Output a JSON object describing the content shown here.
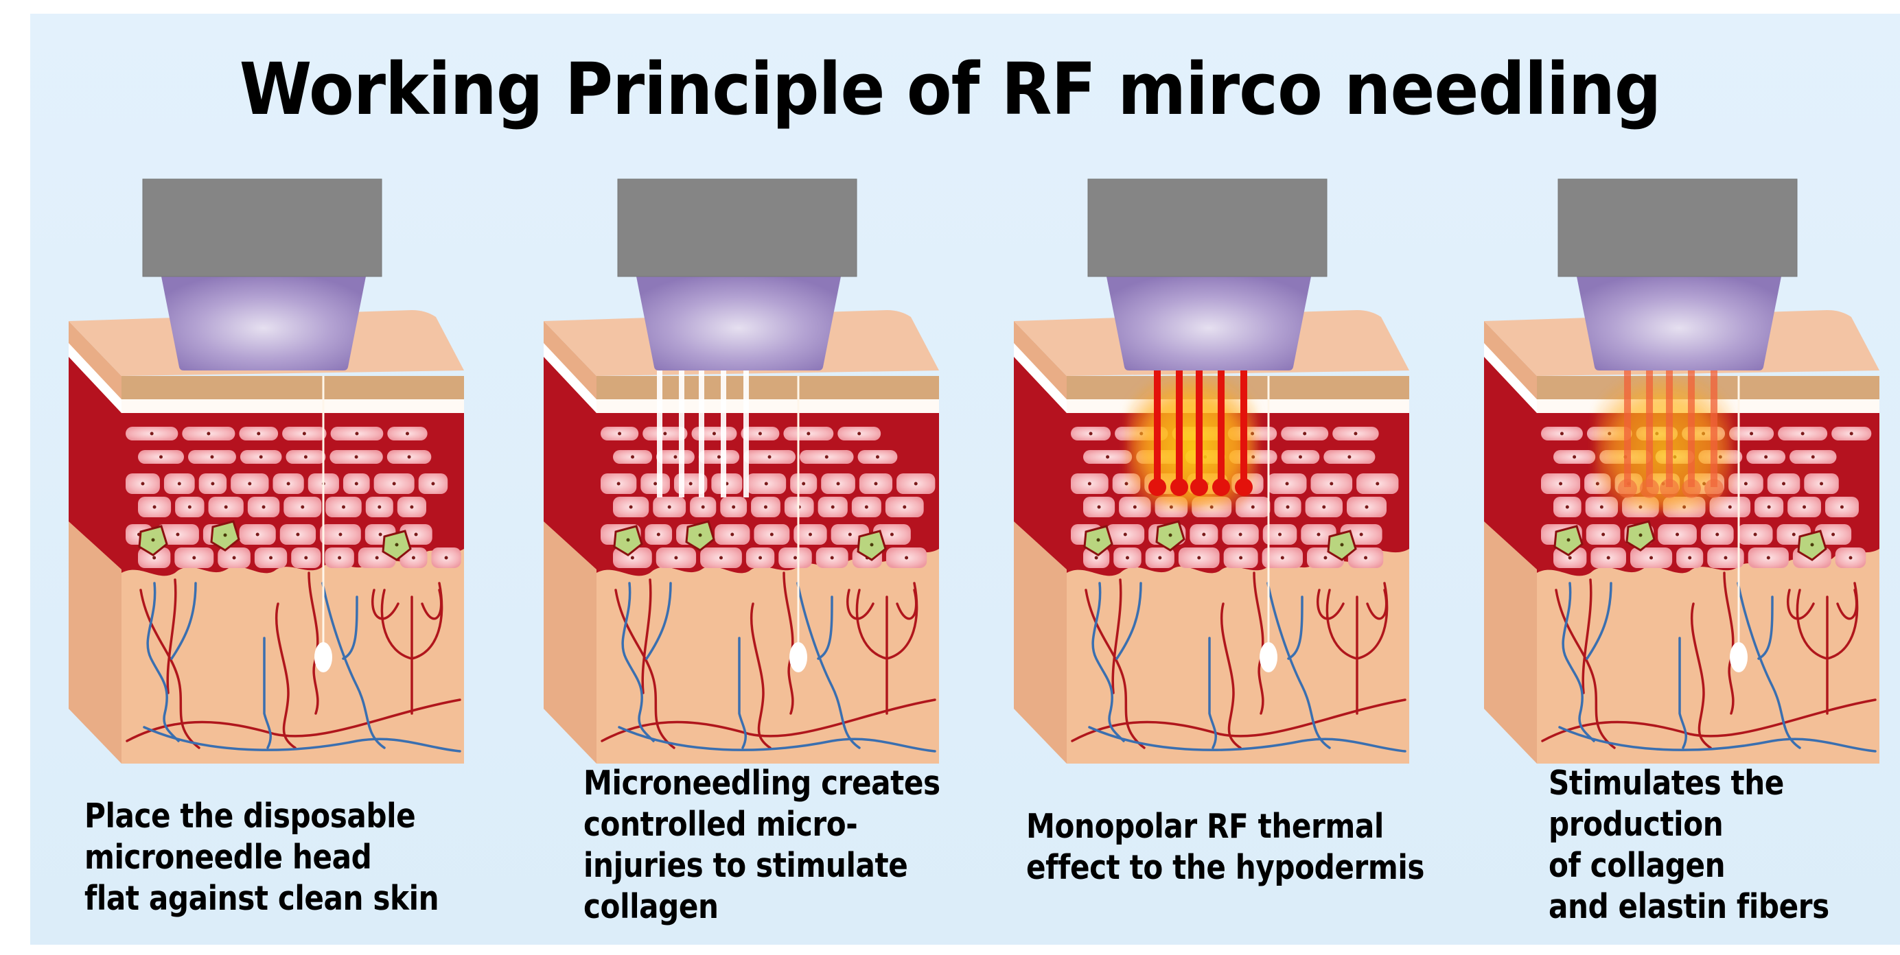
{
  "title": "Working Principle of RF mirco needling",
  "colors": {
    "background": "#e1f0fb",
    "handle_grey": "#858585",
    "tip_purple": "#9883c0",
    "skin_top": "#f3c4a4",
    "skin_band": "#d6a87a",
    "dermis": "#f3bf97",
    "tissue_red": "#b5121f",
    "cell_pink": "#f4a9b0",
    "melanocyte_green": "#b9d57f",
    "vein_blue": "#3a6fb0",
    "artery_red": "#b0161c",
    "needle_hot": "#e3120b",
    "heat_glow": "#ffd21a"
  },
  "steps": [
    {
      "id": "step-1",
      "illustration": "handpiece-on-skin",
      "needle_state": "none",
      "caption_lines": [
        "Place the disposable",
        "microneedle head",
        "flat against clean skin"
      ]
    },
    {
      "id": "step-2",
      "illustration": "needles-penetrate",
      "needle_state": "white-micro-channels",
      "needle_count": 5,
      "caption_lines": [
        "Microneedling creates",
        "controlled micro-",
        "injuries to stimulate",
        "collagen"
      ]
    },
    {
      "id": "step-3",
      "illustration": "rf-heating",
      "needle_state": "red-hot-with-glow",
      "needle_count": 5,
      "caption_lines": [
        "Monopolar RF thermal",
        "effect to the hypodermis"
      ]
    },
    {
      "id": "step-4",
      "illustration": "collagen-regeneration",
      "needle_state": "faded-orange-with-glow",
      "needle_count": 5,
      "caption_lines": [
        "Stimulates the",
        "production",
        "of collagen",
        "and elastin fibers"
      ]
    }
  ]
}
